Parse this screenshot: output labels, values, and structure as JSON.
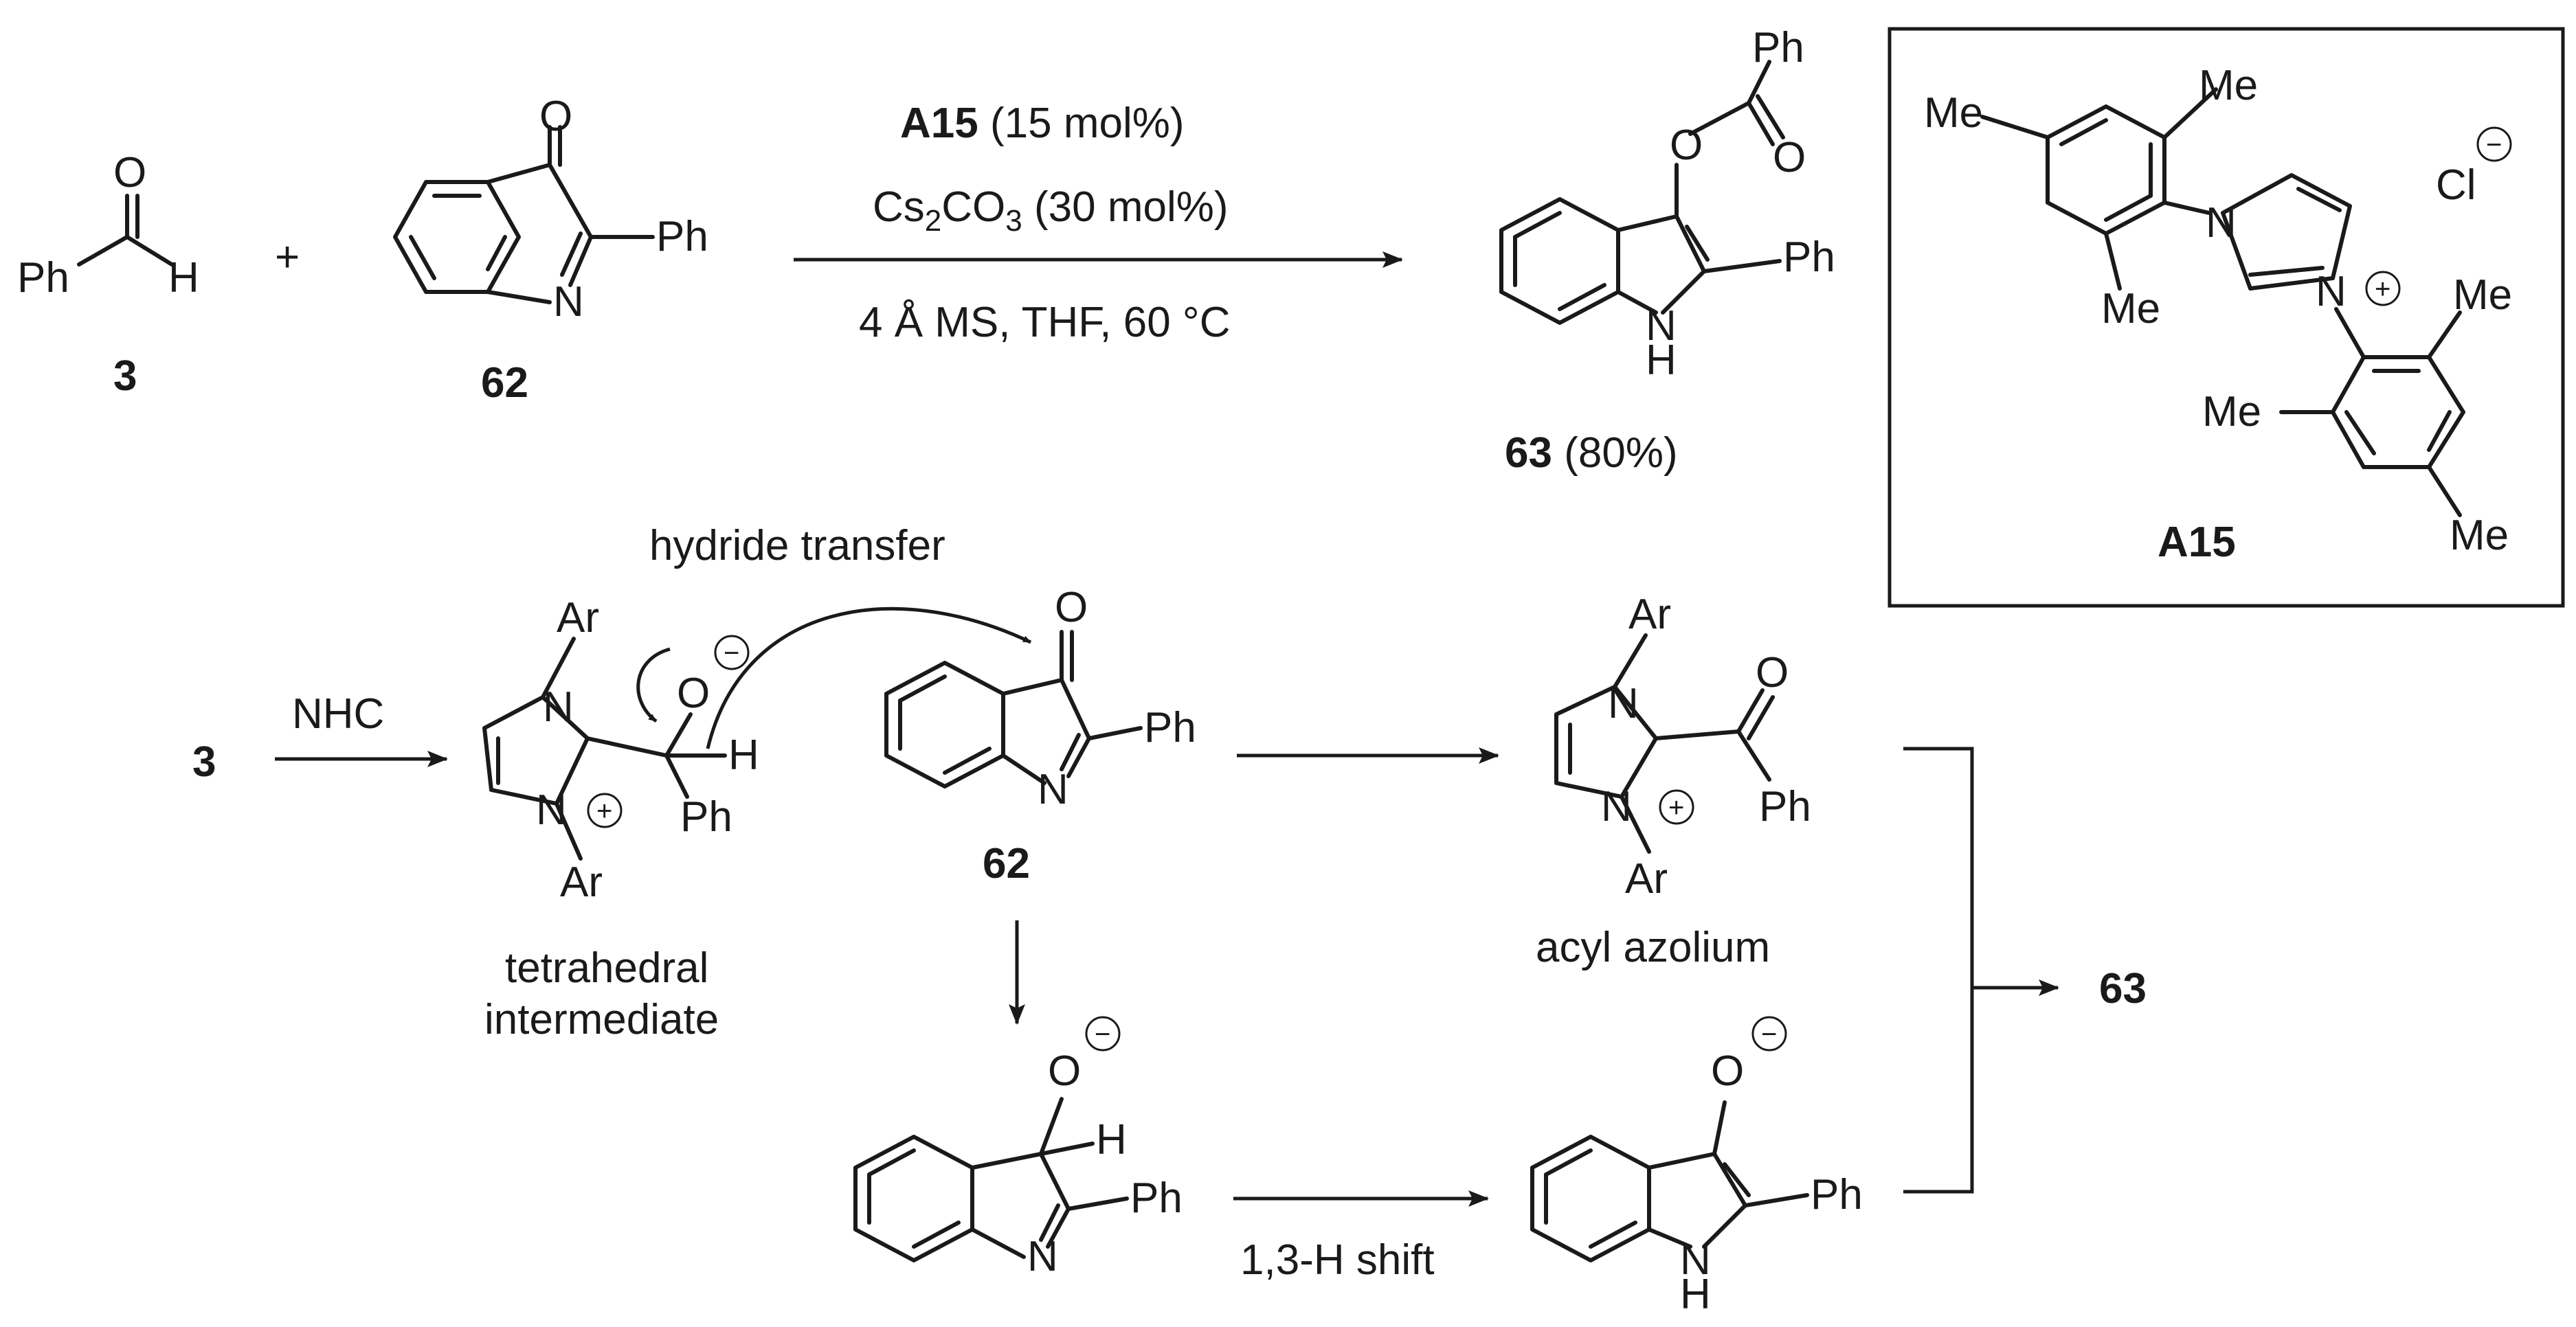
{
  "atoms": {
    "O": "O",
    "H": "H",
    "N": "N",
    "Ph": "Ph",
    "Ar": "Ar",
    "Me": "Me",
    "Cl": "Cl",
    "plus": "+",
    "minus": "−",
    "cation": "+"
  },
  "compounds": {
    "benzaldehyde": "3",
    "indolone": "62",
    "product": "63",
    "catalyst": "A15"
  },
  "conditions": {
    "catalyst_name": "A15",
    "catalyst_loading": "(15 mol%)",
    "base_cs": "Cs",
    "base_sub2": "2",
    "base_co": "CO",
    "base_sub3": "3",
    "base_loading": "(30 mol%)",
    "solvent_line": "4 Å MS, THF, 60 °C"
  },
  "product_yield": "(80%)",
  "mechanism": {
    "step_reagent": "NHC",
    "hydride_label": "hydride transfer",
    "tetrahedral_line1": "tetrahedral",
    "tetrahedral_line2": "intermediate",
    "acyl_label": "acyl azolium",
    "shift_label": "1,3-H shift"
  }
}
